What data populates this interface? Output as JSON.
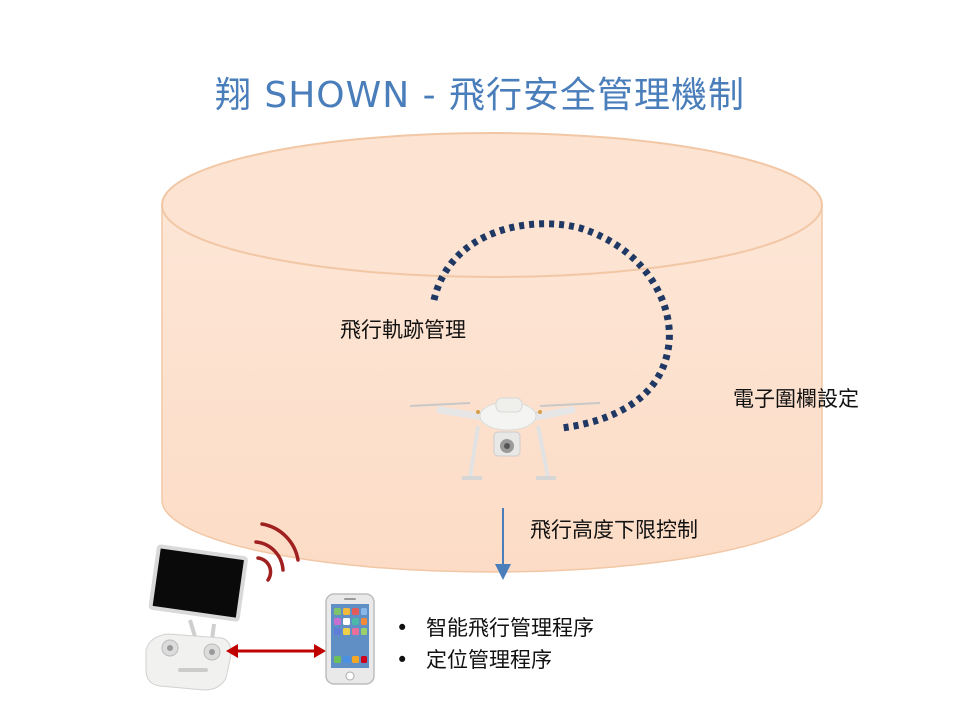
{
  "slide": {
    "title": "翔 SHOWN -  飛行安全管理機制",
    "labels": {
      "trajectory": "飛行軌跡管理",
      "geofence": "電子圍欄設定",
      "altitude": "飛行高度下限控制"
    },
    "bullets": [
      "智能飛行管理程序",
      "定位管理程序"
    ]
  },
  "colors": {
    "title": "#4a7ebb",
    "cylinder_fill": "#fde3d1",
    "cylinder_stroke": "#f2c7a5",
    "trajectory_dots": "#1f3864",
    "altitude_arrow": "#4a7ebb",
    "link_arrow": "#c00000",
    "signal_waves": "#a02020"
  }
}
